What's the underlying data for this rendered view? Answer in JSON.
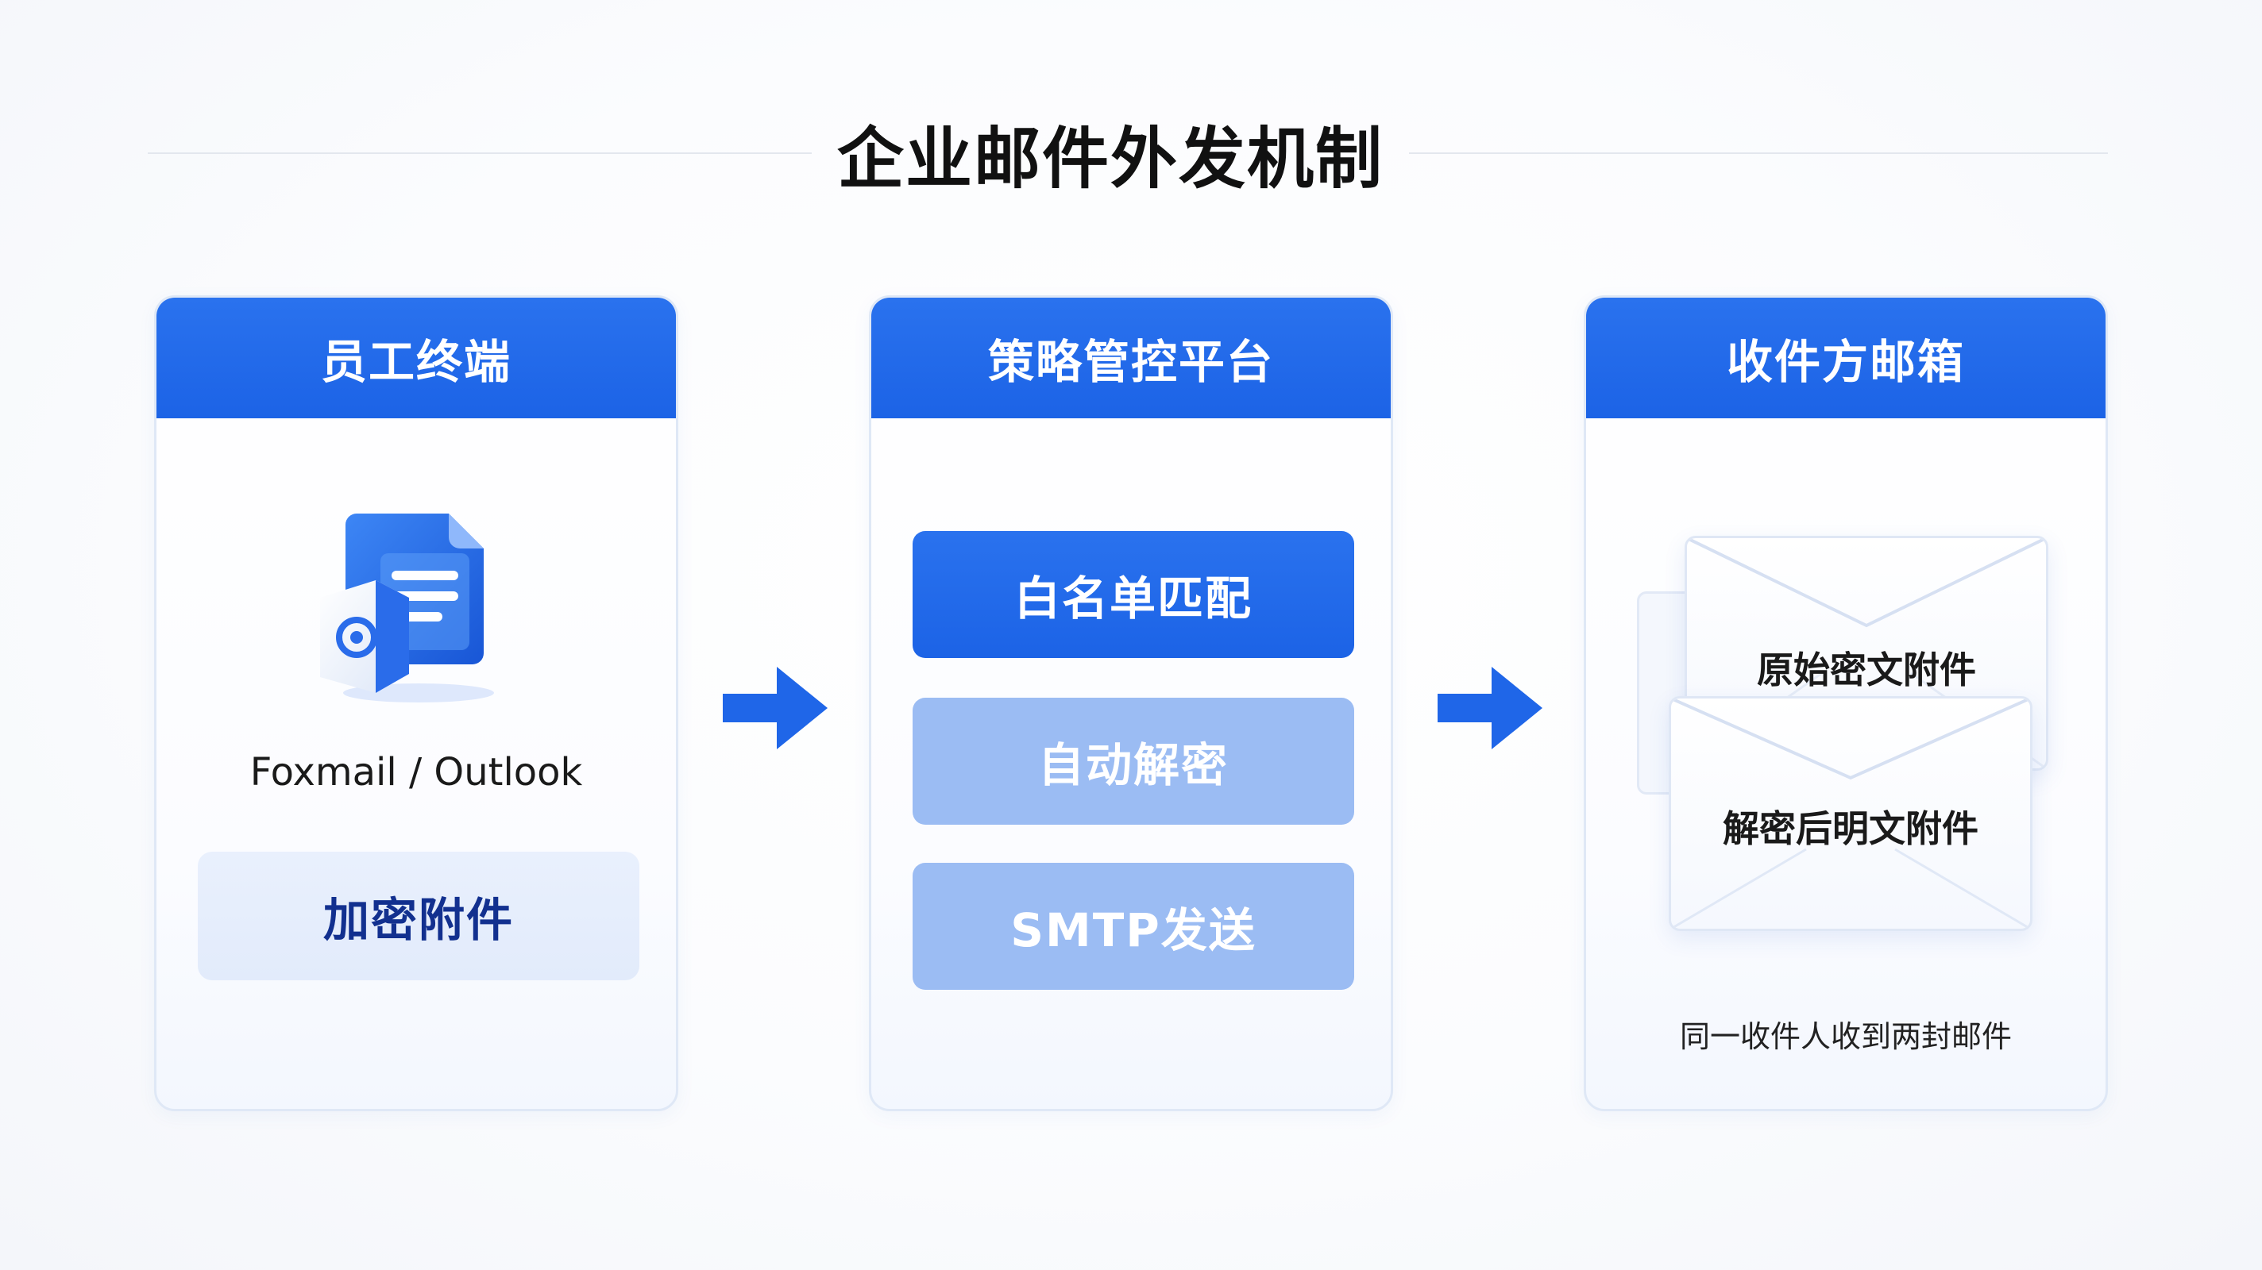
{
  "title": "企业邮件外发机制",
  "panels": [
    {
      "header": "员工终端",
      "icon": "document-mail-client-icon",
      "client_label": "Foxmail / Outlook",
      "action_label": "加密附件"
    },
    {
      "header": "策略管控平台",
      "steps": [
        "白名单匹配",
        "自动解密",
        "SMTP发送"
      ]
    },
    {
      "header": "收件方邮箱",
      "envelopes": [
        "原始密文附件",
        "解密后明文附件"
      ],
      "note": "同一收件人收到两封邮件"
    }
  ],
  "arrows": [
    "arrow-right-icon",
    "arrow-right-icon"
  ],
  "colors": {
    "primary": "#1c63e6",
    "step_light": "#9bbcf3",
    "action_bg": "#e6eefc",
    "action_text": "#12308f"
  }
}
